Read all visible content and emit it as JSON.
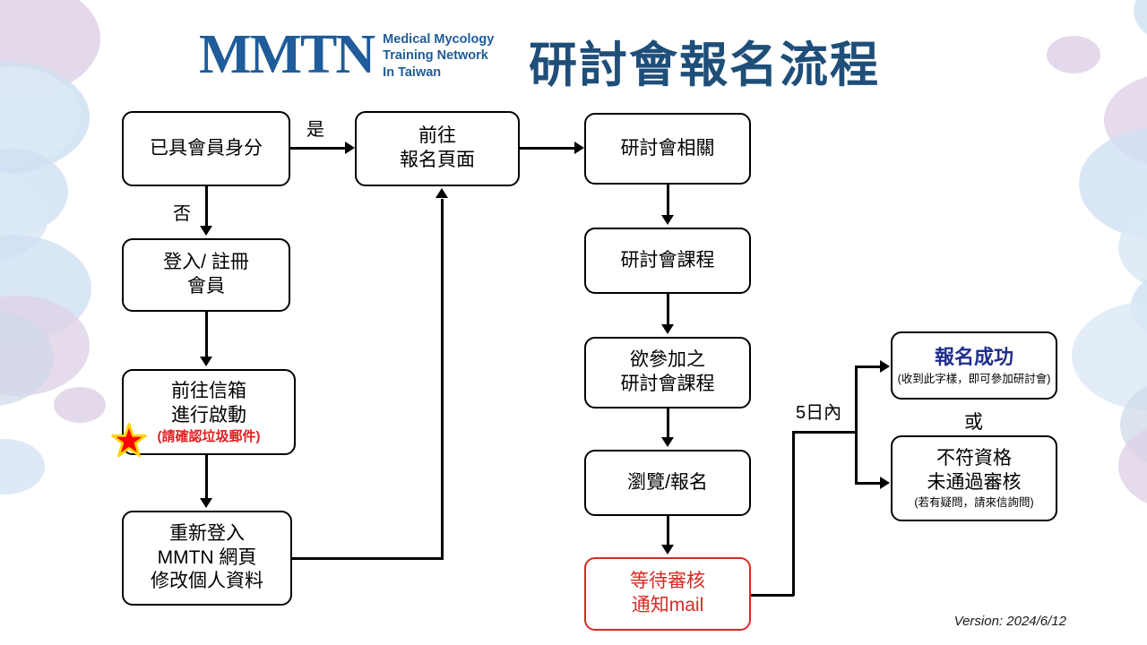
{
  "header": {
    "logo_mark": "MMTN",
    "logo_sub_line1": "Medical Mycology",
    "logo_sub_line2": "Training Network",
    "logo_sub_line3": "In Taiwan",
    "title": "研討會報名流程",
    "brand_color": "#1F5C99",
    "title_color": "#1F4E79"
  },
  "flow": {
    "nodes": {
      "member_status": {
        "line1": "已具會員身分"
      },
      "login_register": {
        "line1": "登入/ 註冊",
        "line2": "會員"
      },
      "activate_mail": {
        "line1": "前往信箱",
        "line2": "進行啟動",
        "note": "(請確認垃圾郵件)",
        "note_color": "#E02020"
      },
      "relogin_profile": {
        "line1": "重新登入",
        "line2": "MMTN 網頁",
        "line3": "修改個人資料"
      },
      "goto_signup": {
        "line1": "前往",
        "line2": "報名頁面"
      },
      "seminar_info": {
        "line1": "研討會相關"
      },
      "seminar_course": {
        "line1": "研討會課程"
      },
      "desired_course": {
        "line1": "欲參加之",
        "line2": "研討會課程"
      },
      "browse_signup": {
        "line1": "瀏覽/報名"
      },
      "await_review": {
        "line1": "等待審核",
        "line2": "通知mail",
        "color": "#D62A22"
      },
      "success": {
        "line1": "報名成功",
        "note": "(收到此字樣，即可參加研討會)",
        "title_color": "#1F2E8C"
      },
      "rejected": {
        "line1": "不符資格",
        "line2": "未通過審核",
        "note": "(若有疑問，請來信詢問)"
      }
    },
    "labels": {
      "yes": "是",
      "no": "否",
      "within_5_days": "5日內",
      "or": "或"
    },
    "icons": {
      "warning_star": "star-icon"
    }
  },
  "footer": {
    "version": "Version: 2024/6/12"
  },
  "decoration": {
    "blob_blue": "#cfe0f2",
    "blob_lavender": "#ded2e6"
  }
}
